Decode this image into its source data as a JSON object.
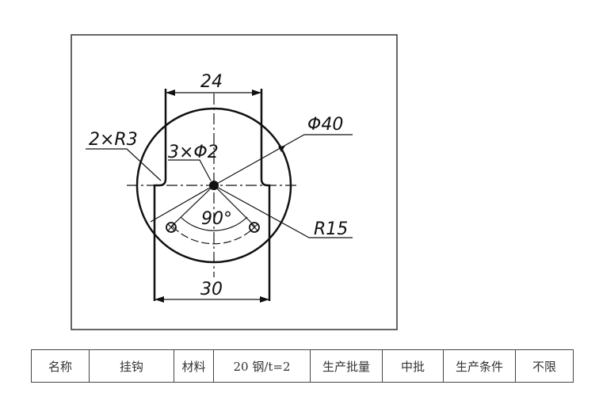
{
  "drawing": {
    "dims": {
      "width_top": "24",
      "width_bottom": "30",
      "diameter": "Φ40",
      "fillets": "2×R3",
      "holes": "3×Φ2",
      "angle": "90°",
      "radius": "R15"
    }
  },
  "table": {
    "cells": [
      "名称",
      "挂钩",
      "材料",
      "20 钢/t=2",
      "生产批量",
      "中批",
      "生产条件",
      "不限"
    ]
  }
}
